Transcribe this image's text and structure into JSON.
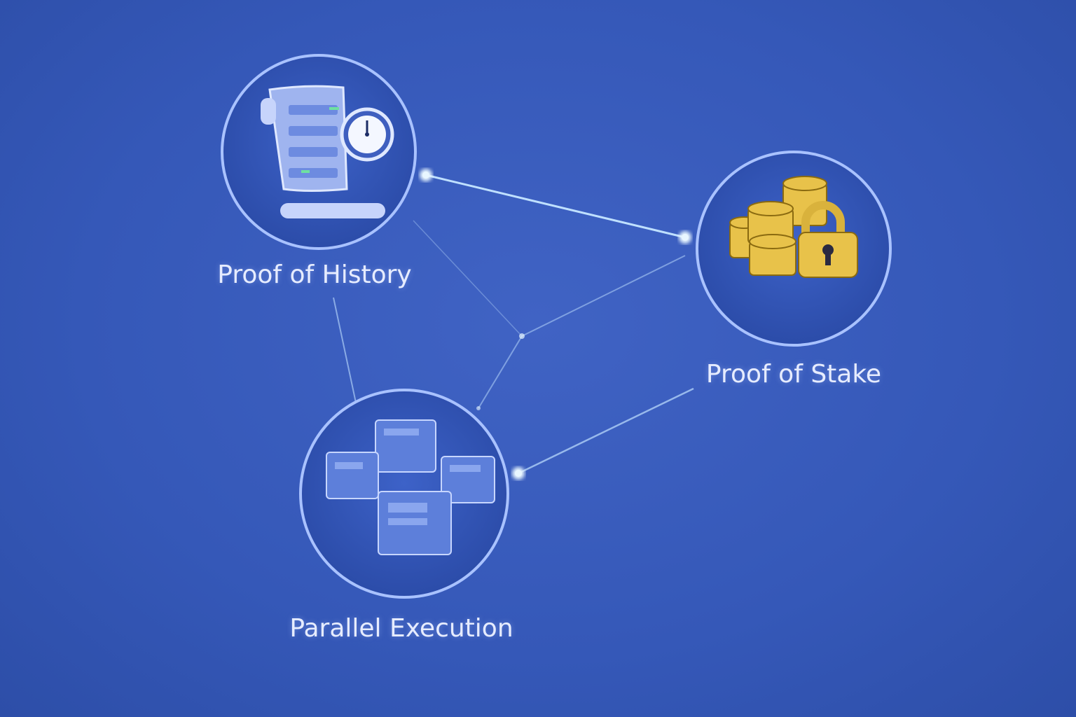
{
  "nodes": [
    {
      "label": "Proof of History",
      "icon": "scroll-clock-icon"
    },
    {
      "label": "Proof of Stake",
      "icon": "coins-lock-icon"
    },
    {
      "label": "Parallel Execution",
      "icon": "servers-icon"
    }
  ],
  "colors": {
    "background": "#3a5fc0",
    "line": "#bfe0ff",
    "coin": "#e8c24a"
  }
}
